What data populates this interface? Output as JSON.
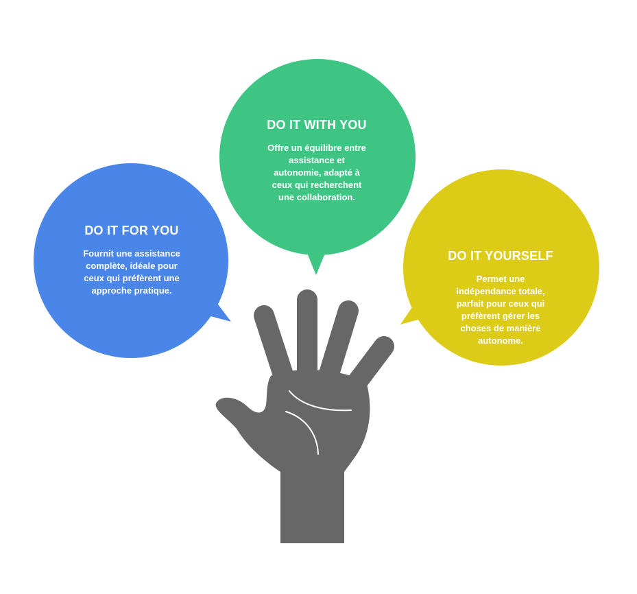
{
  "colors": {
    "for_you": "#4a86e8",
    "with_you": "#3ec584",
    "yourself": "#dccb17",
    "hand": "#676767",
    "palm_lines": "#ffffff"
  },
  "icons": {
    "hand": "open-hand-icon"
  },
  "bubbles": {
    "for_you": {
      "title": "DO IT FOR YOU",
      "description": "Fournit une assistance complète, idéale pour ceux qui préfèrent une approche pratique."
    },
    "with_you": {
      "title": "DO IT WITH YOU",
      "description": "Offre un équilibre entre assistance et autonomie, adapté à ceux qui recherchent une collaboration."
    },
    "yourself": {
      "title": "DO IT YOURSELF",
      "description": "Permet une indépendance totale, parfait pour ceux qui préfèrent gérer les choses de manière autonome."
    }
  }
}
